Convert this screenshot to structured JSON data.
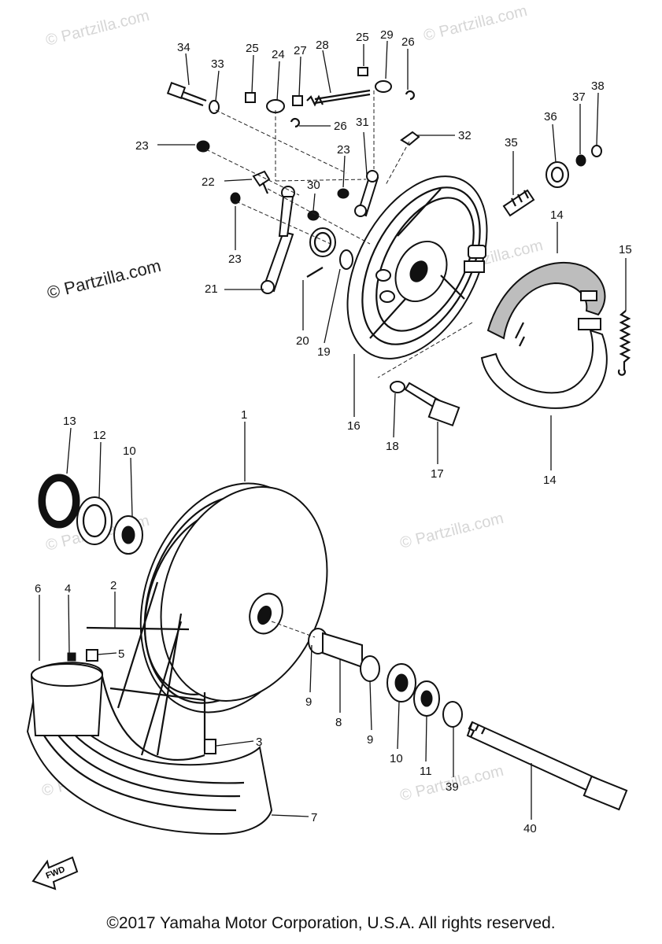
{
  "watermarks": [
    "© Partzilla.com",
    "© Partzilla.com",
    "© Partzilla.com",
    "© Partzilla.com",
    "© Partzilla.com",
    "© Partzilla.com",
    "© Partzilla.com",
    "© Partzilla.com"
  ],
  "callouts": [
    "34",
    "33",
    "25",
    "24",
    "27",
    "28",
    "25",
    "29",
    "26",
    "26",
    "23",
    "31",
    "23",
    "32",
    "35",
    "36",
    "37",
    "38",
    "22",
    "30",
    "23",
    "14",
    "15",
    "21",
    "20",
    "19",
    "16",
    "18",
    "17",
    "14",
    "13",
    "12",
    "10",
    "1",
    "6",
    "4",
    "2",
    "5",
    "9",
    "8",
    "9",
    "10",
    "11",
    "39",
    "3",
    "7",
    "40"
  ],
  "fwd_label": "FWD",
  "copyright": "©2017  Yamaha Motor Corporation, U.S.A. All rights reserved."
}
